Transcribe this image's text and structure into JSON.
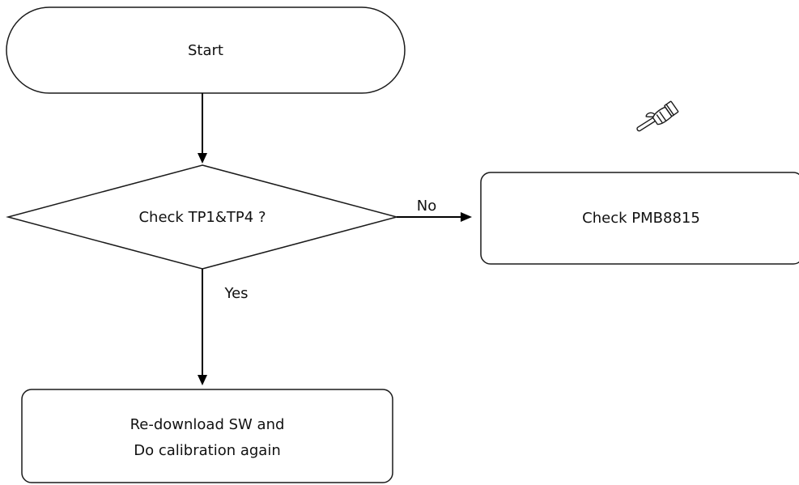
{
  "flowchart": {
    "start": {
      "label": "Start"
    },
    "decision": {
      "label": "Check TP1&TP4 ?"
    },
    "no_branch": {
      "label": "No"
    },
    "yes_branch": {
      "label": "Yes"
    },
    "check_box": {
      "label": "Check PMB8815"
    },
    "action_box": {
      "line1": "Re-download SW and",
      "line2": "Do calibration again"
    },
    "pointer": {
      "icon": "pointing-hand-icon"
    }
  }
}
